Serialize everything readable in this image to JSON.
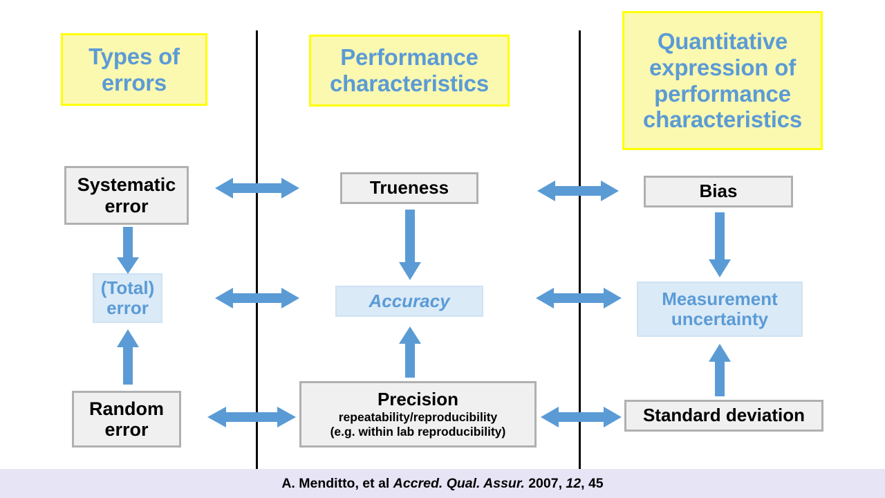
{
  "slide": {
    "background_color": "#ffffff",
    "accent_blue": "#5b9bd5",
    "header_fill": "#fbf8b0",
    "header_border": "#ffff00",
    "grey_box_fill": "#f0f0f0",
    "grey_box_border": "#b0b0b0",
    "blue_box_fill": "#daeaf7",
    "footer_fill": "#e7e4f5"
  },
  "headers": {
    "types_of_errors": "Types of errors",
    "performance_characteristics": "Performance characteristics",
    "quantitative_expression": "Quantitative expression of performance characteristics"
  },
  "columns": {
    "types_of_errors": {
      "systematic_error": "Systematic error",
      "total_error": "(Total) error",
      "random_error": "Random error"
    },
    "performance_characteristics": {
      "trueness": "Trueness",
      "accuracy": "Accuracy",
      "precision_title": "Precision",
      "precision_line_2": "repeatability/reproducibility",
      "precision_line_3": "(e.g. within lab reproducibility)"
    },
    "quantitative_expression": {
      "bias": "Bias",
      "measurement_uncertainty": "Measurement uncertainty",
      "standard_deviation": "Standard deviation"
    }
  },
  "connectors": {
    "horizontal_double_arrows": [
      "systematic-error-to-trueness",
      "total-error-to-accuracy",
      "random-error-to-precision",
      "trueness-to-bias",
      "accuracy-to-measurement-uncertainty",
      "precision-to-standard-deviation"
    ],
    "vertical_arrows": [
      "systematic-error-down-to-total-error",
      "random-error-up-to-total-error",
      "trueness-down-to-accuracy",
      "precision-up-to-accuracy",
      "bias-down-to-measurement-uncertainty",
      "standard-deviation-up-to-measurement-uncertainty"
    ]
  },
  "citation": {
    "authors": "A. Menditto, et al ",
    "journal": "Accred. Qual. Assur.",
    "year": " 2007, ",
    "volume": "12",
    "page": ", 45"
  }
}
